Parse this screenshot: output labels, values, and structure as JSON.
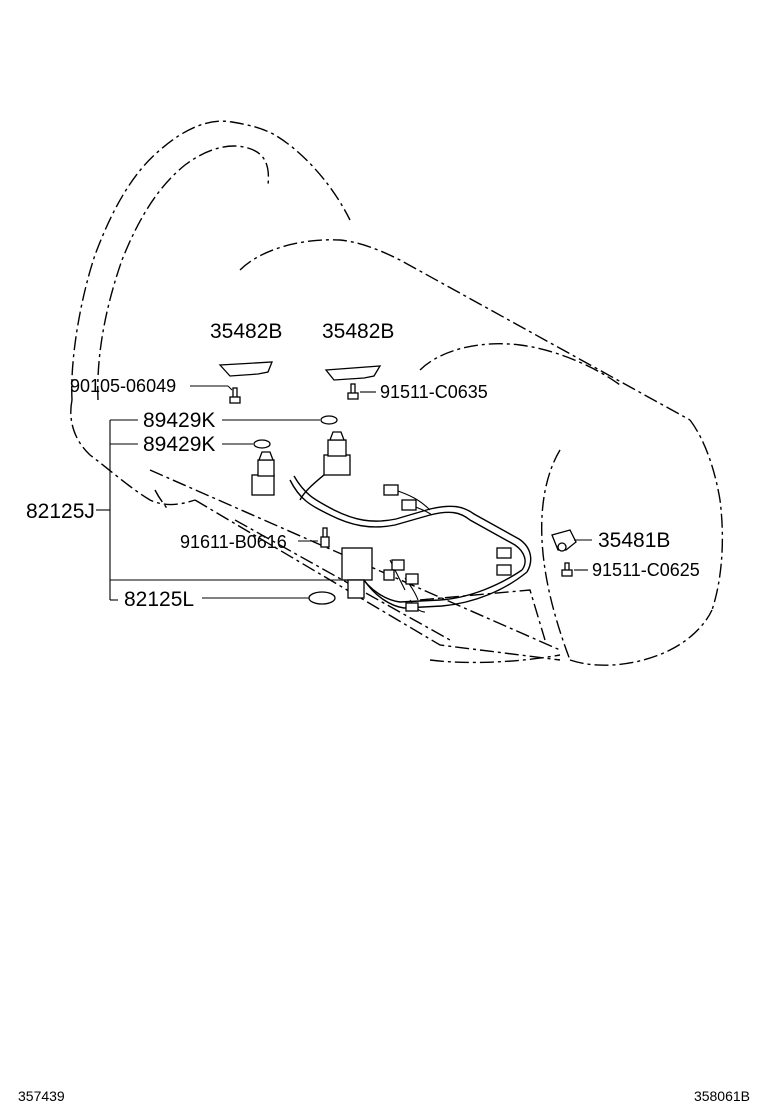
{
  "labels": {
    "p35482b_left": "35482B",
    "p35482b_right": "35482B",
    "p90105": "90105-06049",
    "p91511_c0635": "91511-C0635",
    "p89429k_top": "89429K",
    "p89429k_bottom": "89429K",
    "p82125j": "82125J",
    "p91611": "91611-B0616",
    "p35481b": "35481B",
    "p91511_c0625": "91511-C0625",
    "p82125l": "82125L"
  },
  "footer": {
    "left_ref": "357439",
    "right_ref": "358061B"
  }
}
